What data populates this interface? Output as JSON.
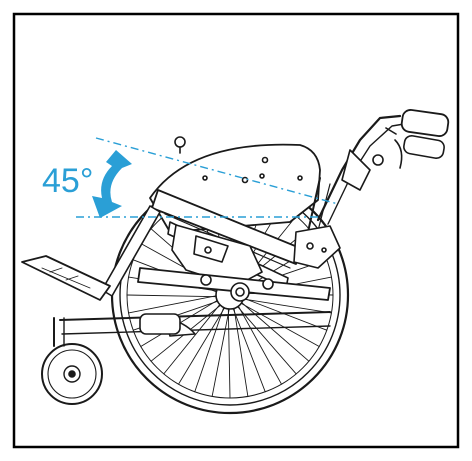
{
  "diagram": {
    "angle_label": "45°",
    "tilt_angle_degrees": 45,
    "accent_color": "#2a9fd6",
    "line_color": "#1a1a1a",
    "frame_color": "#000000",
    "subject": "tilt-in-space-wheelchair"
  }
}
